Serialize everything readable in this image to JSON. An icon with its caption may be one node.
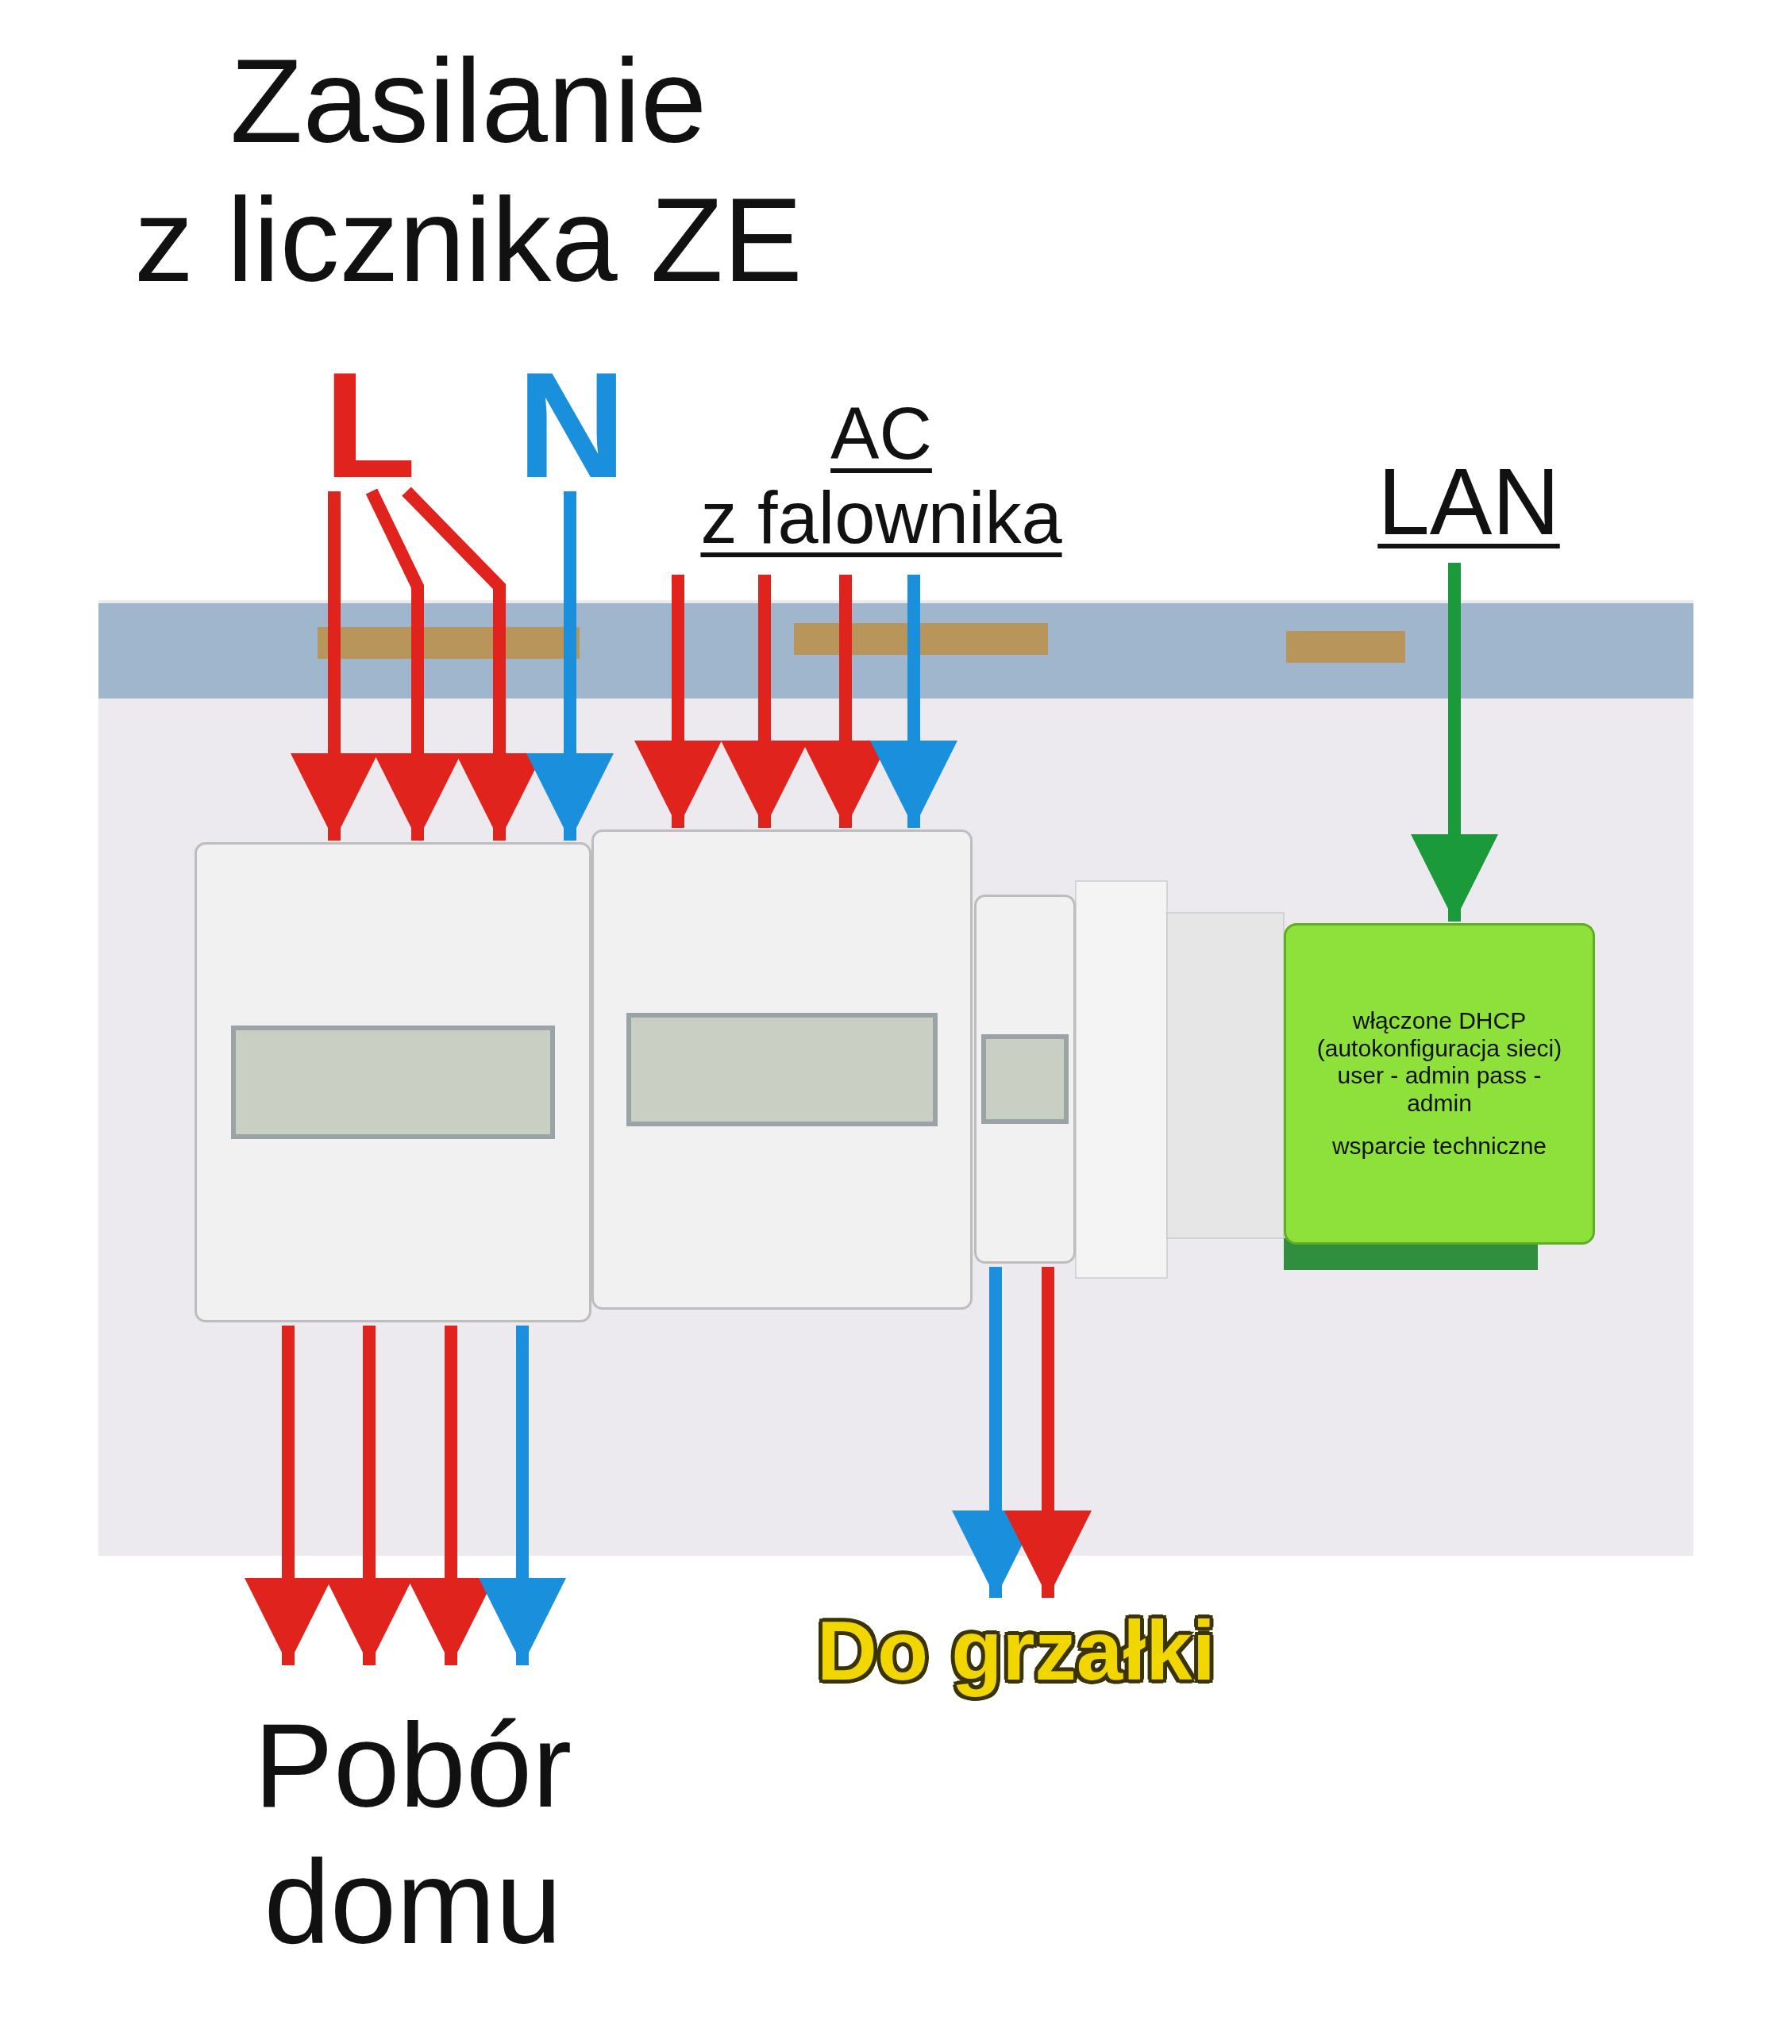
{
  "diagram": {
    "title": "Zasilanie z licznika ZE",
    "nodes": [
      {
        "text": [
          "L"
        ]
      },
      {
        "text": [
          "N"
        ]
      },
      {
        "text": [
          "AC z falownika"
        ]
      },
      {
        "text": [
          "LAN"
        ]
      },
      {
        "text": [],
        "shape": "box"
      },
      {
        "text": [],
        "shape": "box"
      },
      {
        "text": [],
        "shape": "box"
      },
      {
        "text": [
          "włączone DHCP (autokonfiguracja sieci) user - admin pass - admin",
          "wsparcie techniczne"
        ]
      },
      {
        "text": [
          "Pobór domu"
        ]
      },
      {
        "text": [
          "Do grzałki"
        ]
      }
    ],
    "edges": [
      {
        "from": 0,
        "to": 4,
        "arrow": "to"
      },
      {
        "from": 0,
        "to": 4,
        "arrow": "to"
      },
      {
        "from": 0,
        "to": 4,
        "arrow": "to"
      },
      {
        "from": 1,
        "to": 4,
        "arrow": "to",
        "color": "#1a8fdc"
      },
      {
        "from": 2,
        "to": 5,
        "arrow": "to"
      },
      {
        "from": 2,
        "to": 5,
        "arrow": "to"
      },
      {
        "from": 2,
        "to": 5,
        "arrow": "to"
      },
      {
        "from": 2,
        "to": 5,
        "arrow": "to",
        "color": "#1a8fdc"
      },
      {
        "from": 3,
        "to": 7,
        "arrow": "to",
        "color": "#1a9a3a"
      },
      {
        "from": 4,
        "to": 8,
        "arrow": "to"
      },
      {
        "from": 4,
        "to": 8,
        "arrow": "to"
      },
      {
        "from": 4,
        "to": 8,
        "arrow": "to"
      },
      {
        "from": 4,
        "to": 8,
        "arrow": "to",
        "color": "#1a8fdc"
      },
      {
        "from": 6,
        "to": 9,
        "arrow": "to",
        "color": "#1a8fdc"
      },
      {
        "from": 6,
        "to": 9,
        "arrow": "to"
      }
    ]
  }
}
